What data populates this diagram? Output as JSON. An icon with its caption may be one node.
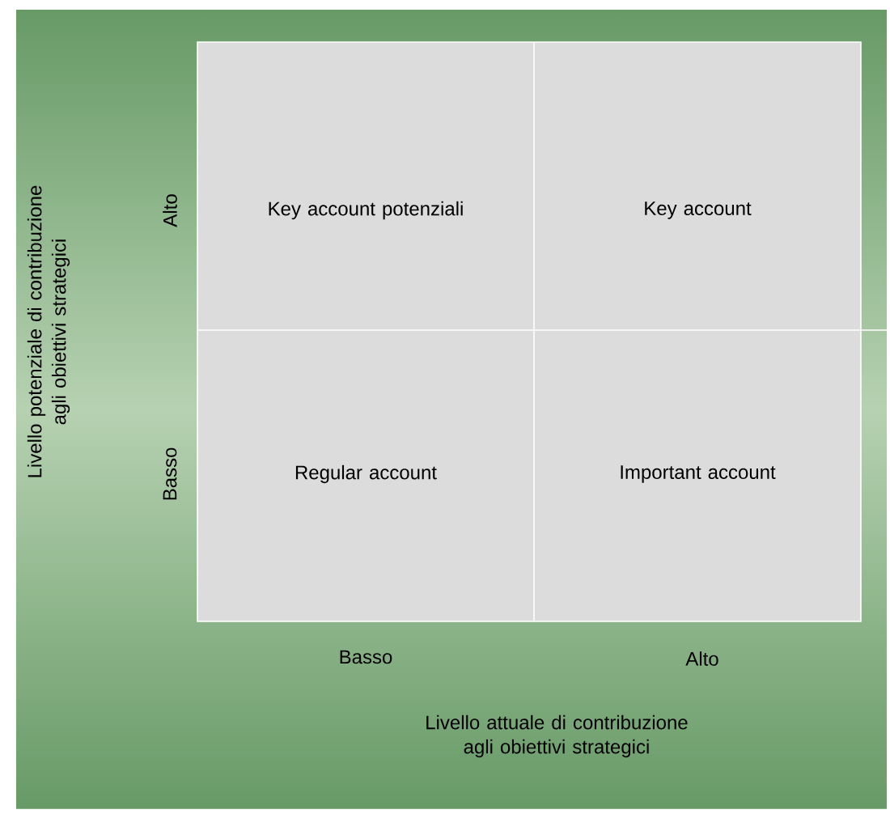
{
  "diagram": {
    "nodes": [
      {
        "text": [
          "Key account potenziali"
        ]
      },
      {
        "text": [
          "Key account"
        ]
      },
      {
        "text": [
          "Regular account"
        ]
      },
      {
        "text": [
          "Important account"
        ]
      }
    ],
    "labels": [
      "Livello potenziale di contribuzione agli obiettivi strategici",
      "Alto",
      "Basso",
      "Basso",
      "Alto",
      "Livello attuale di contribuzione agli obiettivi strategici"
    ]
  }
}
